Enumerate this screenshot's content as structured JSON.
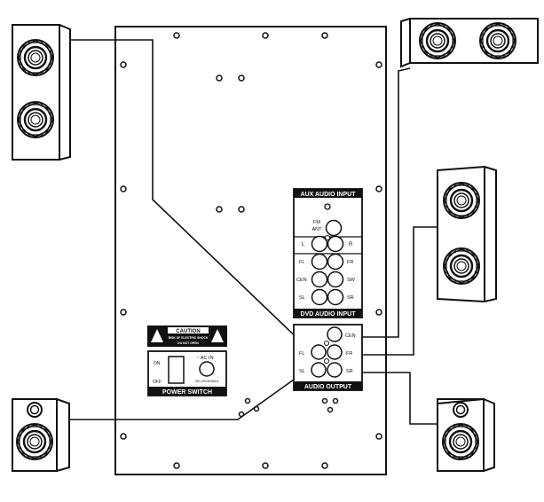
{
  "aux_panel": {
    "header": "AUX AUDIO INPUT",
    "fm_ant": [
      "FM",
      "ANT"
    ],
    "left": "L",
    "right": "R"
  },
  "dvd_panel": {
    "footer": "DVD AUDIO INPUT",
    "fl": "FL",
    "fr": "FR",
    "cen": "CEN",
    "sw": "SW",
    "sl": "SL",
    "sr": "SR"
  },
  "output_panel": {
    "footer": "AUDIO OUTPUT",
    "cen": "CEN",
    "fl": "FL",
    "fr": "FR",
    "sl": "SL",
    "sr": "SR"
  },
  "caution_panel": {
    "title": "CAUTION",
    "line1": "RISK OF ELECTRIC SHOCK",
    "line2": "DO NOT OPEN"
  },
  "power_panel": {
    "on": "ON",
    "off": "OFF",
    "ac_in": "~ AC IN",
    "rating": "220-240V/50/60Hz",
    "footer": "POWER SWITCH"
  },
  "colors": {
    "ink": "#111111",
    "background": "#ffffff"
  }
}
